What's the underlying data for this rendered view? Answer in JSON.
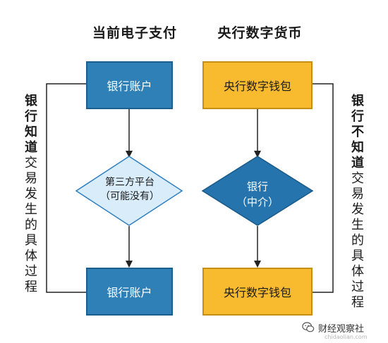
{
  "left": {
    "title": "当前电子支付",
    "top_box": "银行账户",
    "diamond_line1": "第三方平台",
    "diamond_line2": "（可能没有）",
    "bottom_box": "银行账户",
    "side_bold": "银行知道",
    "side_rest": "交易发生的具体过程"
  },
  "right": {
    "title": "央行数字货币",
    "top_box": "央行数字钱包",
    "diamond_line1": "银行",
    "diamond_line2": "（中介）",
    "bottom_box": "央行数字钱包",
    "side_bold": "银行不知道",
    "side_rest": "交易发生的具体过程"
  },
  "watermark": {
    "icon": "wechat-icon",
    "text": "财经观察社",
    "url": "chidaolian.com"
  },
  "colors": {
    "blue_box": "#2f80b7",
    "orange_box": "#f8bb2f",
    "diamond_light": "#d8ecfa",
    "diamond_dark": "#2574ad",
    "line": "#222222"
  }
}
